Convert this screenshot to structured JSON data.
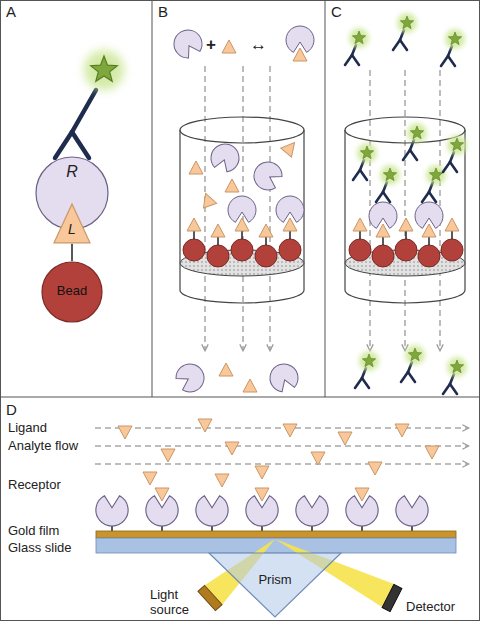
{
  "diagram": {
    "nodes": [
      {
        "text": [
          "R"
        ]
      },
      {
        "text": [
          "L"
        ]
      },
      {
        "text": [
          "Bead"
        ]
      },
      {
        "text": [
          "Prism"
        ]
      }
    ],
    "edges": [
      {
        "from": 1,
        "to": 2,
        "arrow": "none"
      }
    ],
    "labels": [
      "A",
      "B",
      "+",
      "↔",
      "C",
      "D",
      "Ligand",
      "Analyte flow",
      "Receptor",
      "Gold film",
      "Glass slide",
      "Light source",
      "Detector"
    ]
  }
}
